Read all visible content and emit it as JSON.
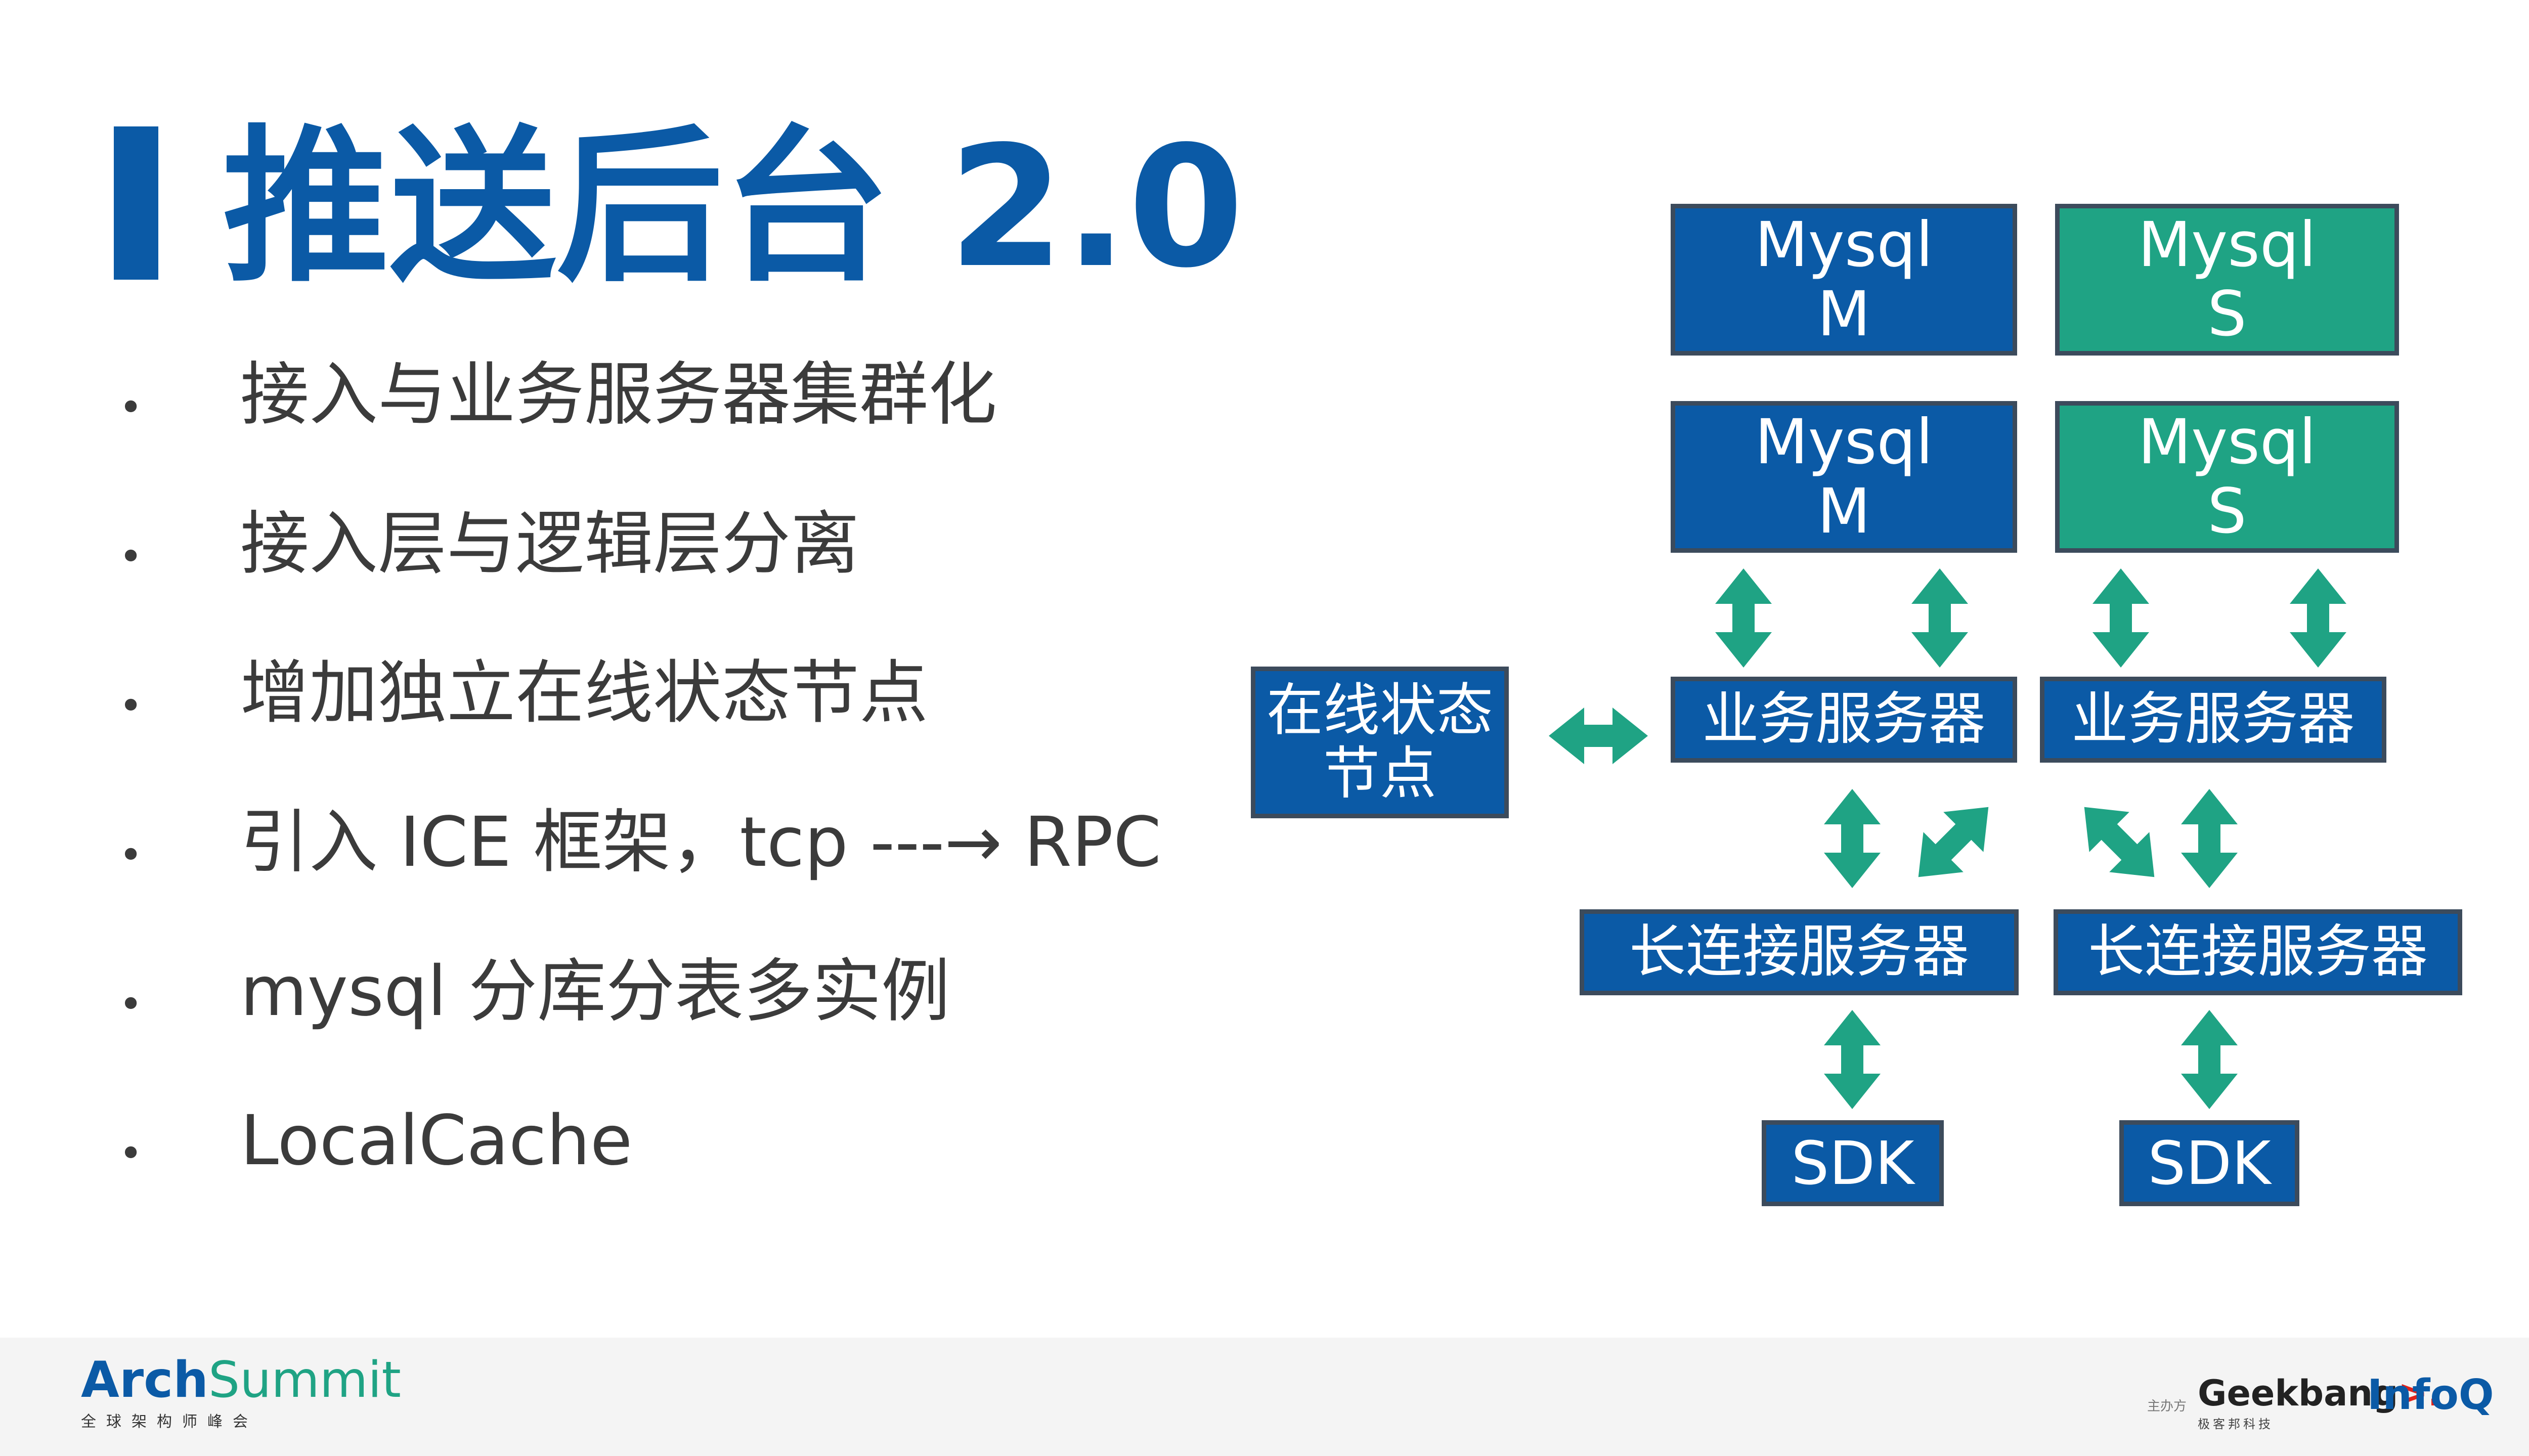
{
  "title": "推送后台 2.0",
  "bullets": [
    "接入与业务服务器集群化",
    "接入层与逻辑层分离",
    "增加独立在线状态节点",
    "引入 ICE 框架，tcp ---→ RPC",
    "mysql 分库分表多实例",
    "LocalCache"
  ],
  "bullet_marker": "•",
  "diagram": {
    "mysql_m": [
      "Mysql",
      "M"
    ],
    "mysql_s": [
      "Mysql",
      "S"
    ],
    "online_status": [
      "在线状态",
      "节点"
    ],
    "biz_server": "业务服务器",
    "conn_server": "长连接服务器",
    "sdk": "SDK"
  },
  "colors": {
    "primary_blue": "#0b5aa6",
    "teal": "#1fa384",
    "box_border": "#3c4b5c",
    "body_text": "#3b3b3b",
    "footer_bg": "#f4f4f4"
  },
  "footer": {
    "arch_a": "Arch",
    "arch_b": "Summit",
    "arch_sub": "全球架构师峰会",
    "sponsor_label": "主办方",
    "geek_a": "Geekbang",
    "geek_b": ">.",
    "geek_sub": "极客邦科技",
    "infoq": "InfoQ"
  }
}
